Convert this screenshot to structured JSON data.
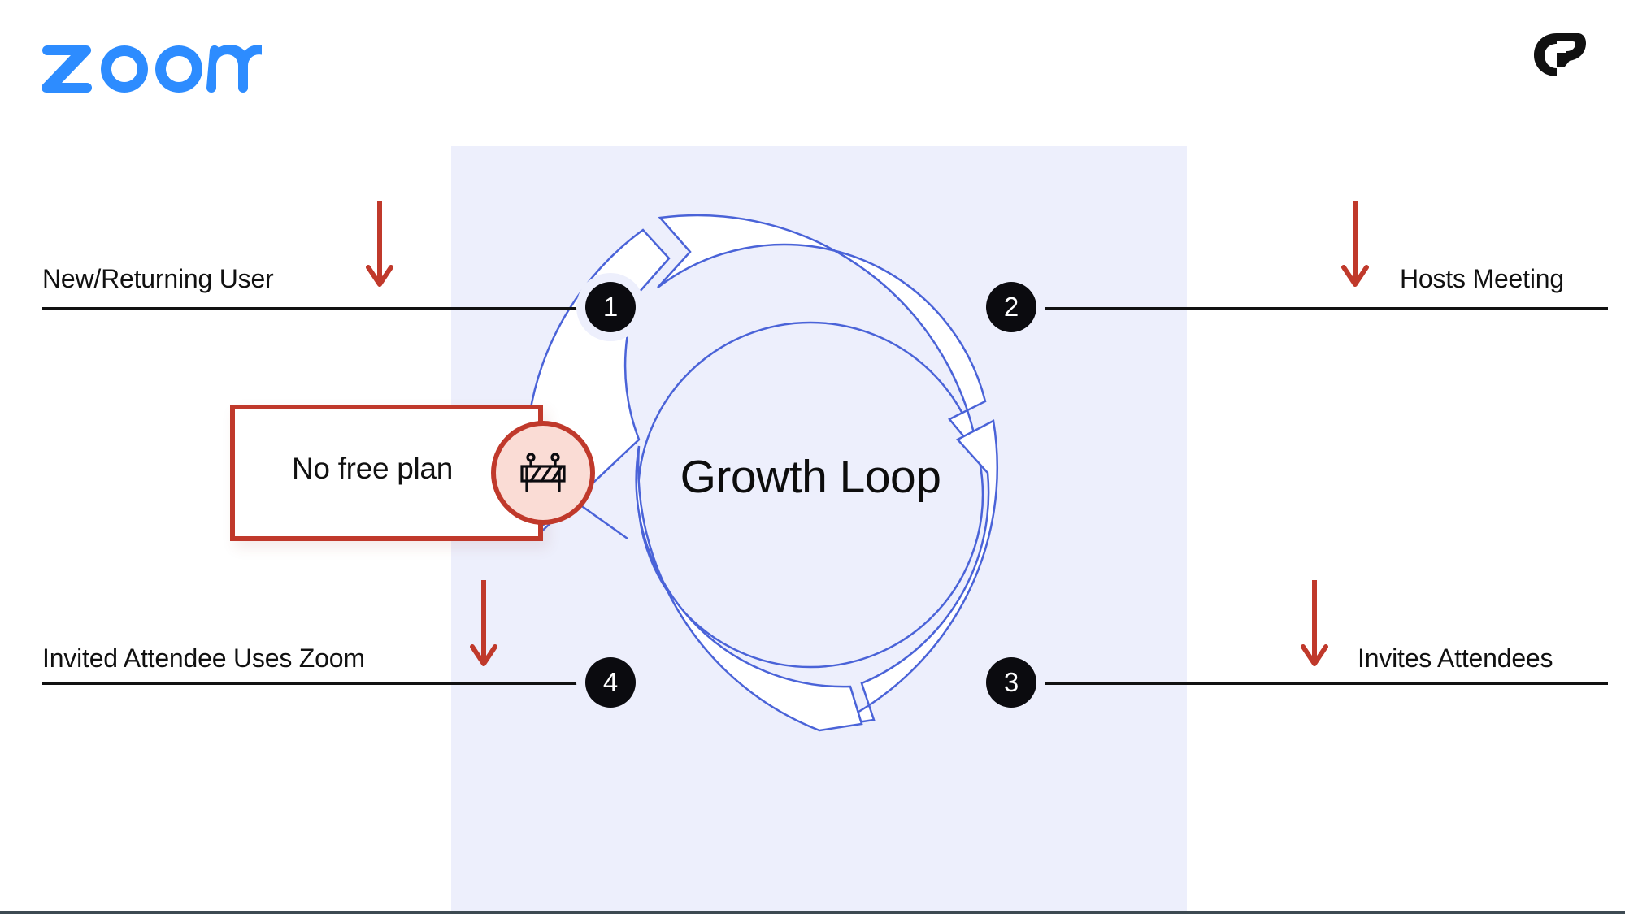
{
  "brand": {
    "wordmark": "zoom",
    "wordmark_color": "#2D8CFF",
    "mark_icon": "double-chevron-r-mark-icon",
    "mark_color": "#111111"
  },
  "theme": {
    "panel_bg": "#edeffc",
    "ring_stroke": "#4a63d8",
    "ring_fill": "#ffffff",
    "hub_fill": "#edeffc",
    "badge_bg": "#0b0b0f",
    "badge_text": "#ffffff",
    "accent_red": "#c0392b",
    "accent_red_soft": "#fadcd5",
    "rule_color": "#111111",
    "footline_color": "#3d4a52"
  },
  "diagram": {
    "center_title": "Growth Loop",
    "type": "cycle-loop",
    "steps": [
      {
        "number": "1",
        "label": "New/Returning User",
        "side": "left",
        "row": "top",
        "arrow_icon": "arrow-down-icon"
      },
      {
        "number": "2",
        "label": "Hosts Meeting",
        "side": "right",
        "row": "top",
        "arrow_icon": "arrow-down-icon"
      },
      {
        "number": "3",
        "label": "Invites Attendees",
        "side": "right",
        "row": "bottom",
        "arrow_icon": "arrow-down-icon"
      },
      {
        "number": "4",
        "label": "Invited Attendee Uses Zoom",
        "side": "left",
        "row": "bottom",
        "arrow_icon": "arrow-down-icon"
      }
    ]
  },
  "blocker": {
    "label": "No free plan",
    "icon": "road-barrier-icon",
    "attached_to_step": "1"
  }
}
